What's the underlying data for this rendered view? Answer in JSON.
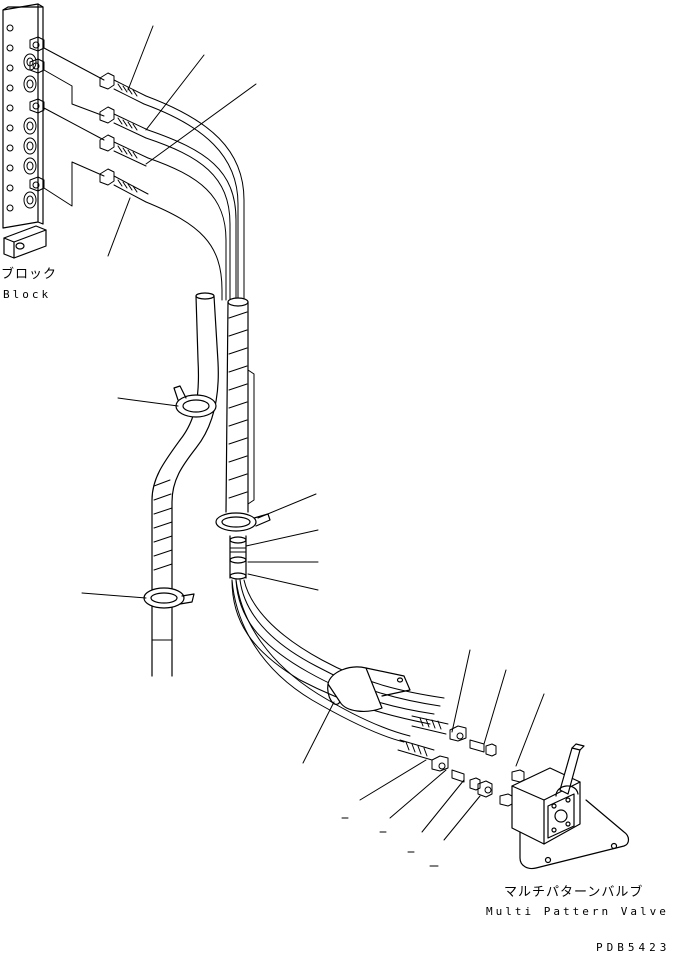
{
  "labels": {
    "block_jp": "ブロック",
    "block_en": "Block",
    "valve_jp": "マルチパターンバルブ",
    "valve_en": "Multi Pattern Valve",
    "drawing_ref": "PDB5423"
  }
}
